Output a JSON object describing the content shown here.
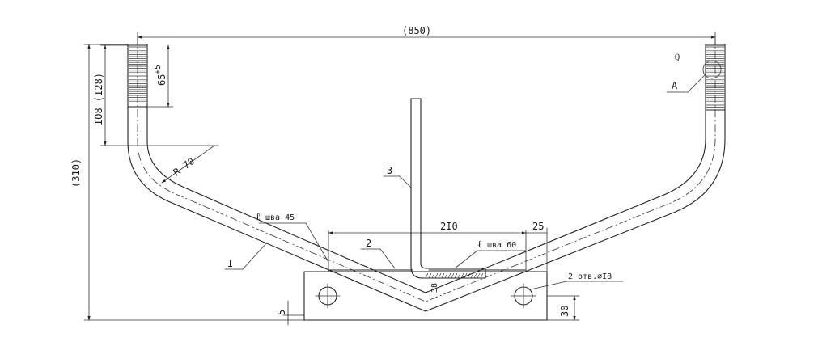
{
  "dimensions": {
    "overall_width": "(850)",
    "overall_height": "(310)",
    "thread_length": "IO8 (I28)",
    "thread_len_short": "65",
    "thread_tol": "+5",
    "bend_radius": "R 70",
    "plate_width": "2I0",
    "edge_offset": "25",
    "plate_bottom": "30",
    "bottom_gap": "5",
    "pipe_gap": "38"
  },
  "labels": {
    "part_1": "I",
    "part_2": "2",
    "part_3": "3",
    "detail_a": "A",
    "weld_left": "шва 45",
    "weld_right": "шва 60",
    "holes": "2 отв.∅I8",
    "weld_symbol": "ℓ",
    "corner_mark": "ℚ"
  }
}
